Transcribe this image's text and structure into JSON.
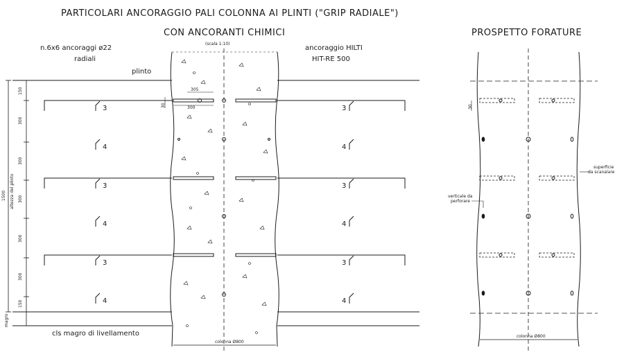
{
  "titles": {
    "main": "PARTICOLARI ANCORAGGIO PALI COLONNA AI PLINTI (\"GRIP RADIALE\")",
    "section": "CON ANCORANTI CHIMICI",
    "scale": "(scala 1:10)",
    "elevation": "PROSPETTO FORATURE"
  },
  "left_labels": {
    "anchors_line1": "n.6x6 ancoraggi ø22",
    "anchors_line2": "radiali",
    "plinth": "plinto",
    "lean_concrete": "cls magro di livellamento",
    "plinth_height": "altezza del plinto",
    "total_height": "1500",
    "magro": "magro"
  },
  "right_labels": {
    "anchor_line1": "ancoraggio HILTI",
    "anchor_line2": "HIT-RE 500"
  },
  "dims": {
    "top": "150",
    "mid": "300",
    "bottom": "150",
    "bar_upper": "305",
    "bar_lower": "300",
    "small": "30"
  },
  "markers": [
    "3",
    "4",
    "3",
    "4",
    "3",
    "4"
  ],
  "column_label": "colonna Ø800",
  "elevation_labels": {
    "surface_line1": "superficie",
    "surface_line2": "da scanalare",
    "vertical_line1": "verticale da",
    "vertical_line2": "perforare"
  }
}
